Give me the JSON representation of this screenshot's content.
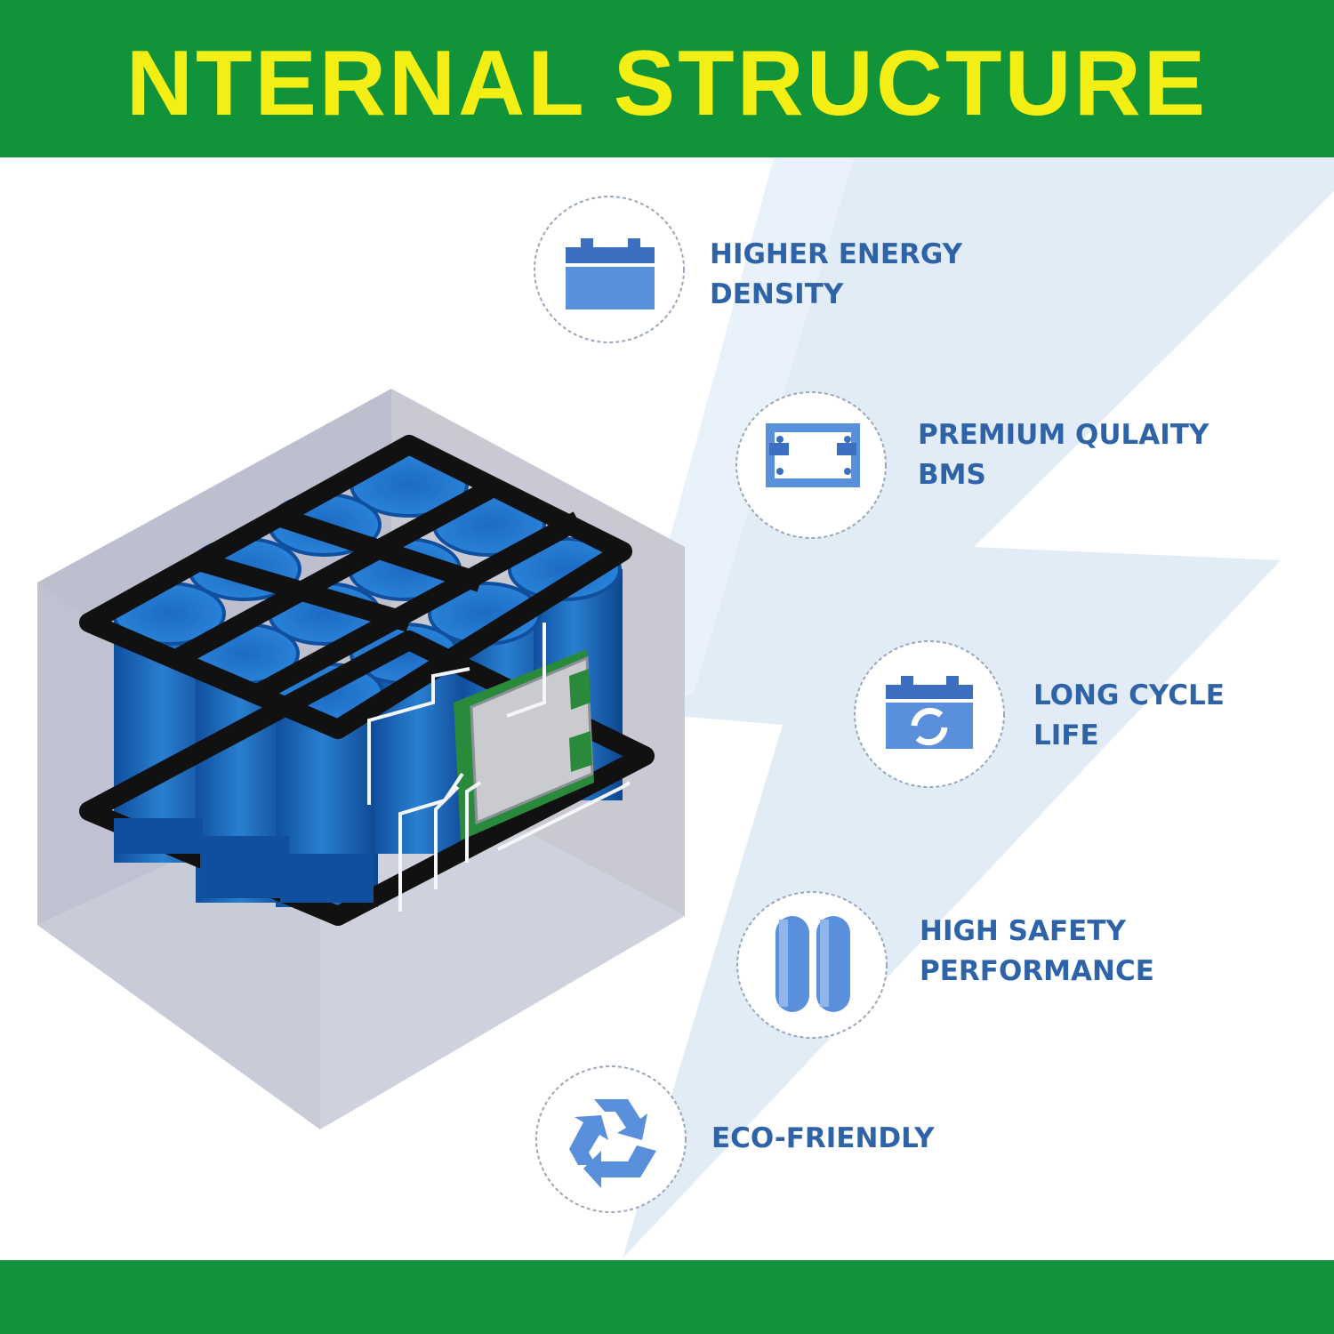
{
  "header": {
    "title": "NTERNAL STRUCTURE"
  },
  "colors": {
    "band": "#11933a",
    "title": "#f3ef14",
    "feature_text": "#2f63a8",
    "cell_blue": "#1a5fb4",
    "bolt": "#dbe8f6"
  },
  "illustration": {
    "name": "battery-pack-internal-cutaway",
    "cells": 12,
    "board": "bms-board"
  },
  "features": [
    {
      "icon": "battery-icon",
      "line1": "HIGHER ENERGY",
      "line2": "DENSITY"
    },
    {
      "icon": "bms-board-icon",
      "line1": "PREMIUM QULAITY",
      "line2": "BMS"
    },
    {
      "icon": "battery-cycle-icon",
      "line1": "LONG CYCLE",
      "line2": "LIFE"
    },
    {
      "icon": "cells-icon",
      "line1": "HIGH SAFETY",
      "line2": "PERFORMANCE"
    },
    {
      "icon": "recycle-icon",
      "line1": "ECO-FRIENDLY",
      "line2": ""
    }
  ]
}
